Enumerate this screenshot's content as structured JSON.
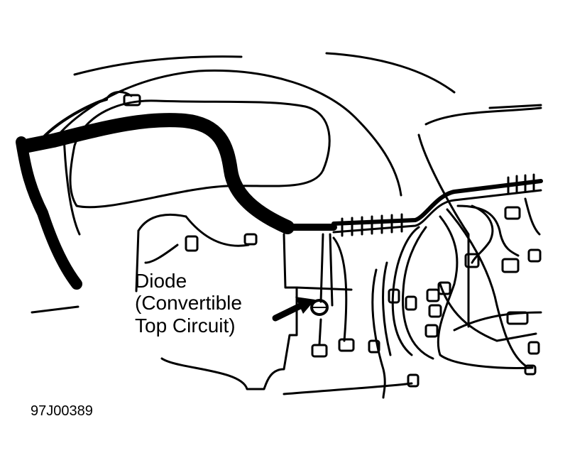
{
  "callout": {
    "lines": [
      "Diode",
      "(Convertible",
      "Top Circuit)"
    ]
  },
  "figure_code": "97J00389",
  "colors": {
    "ink": "#000000",
    "paper": "#ffffff"
  }
}
